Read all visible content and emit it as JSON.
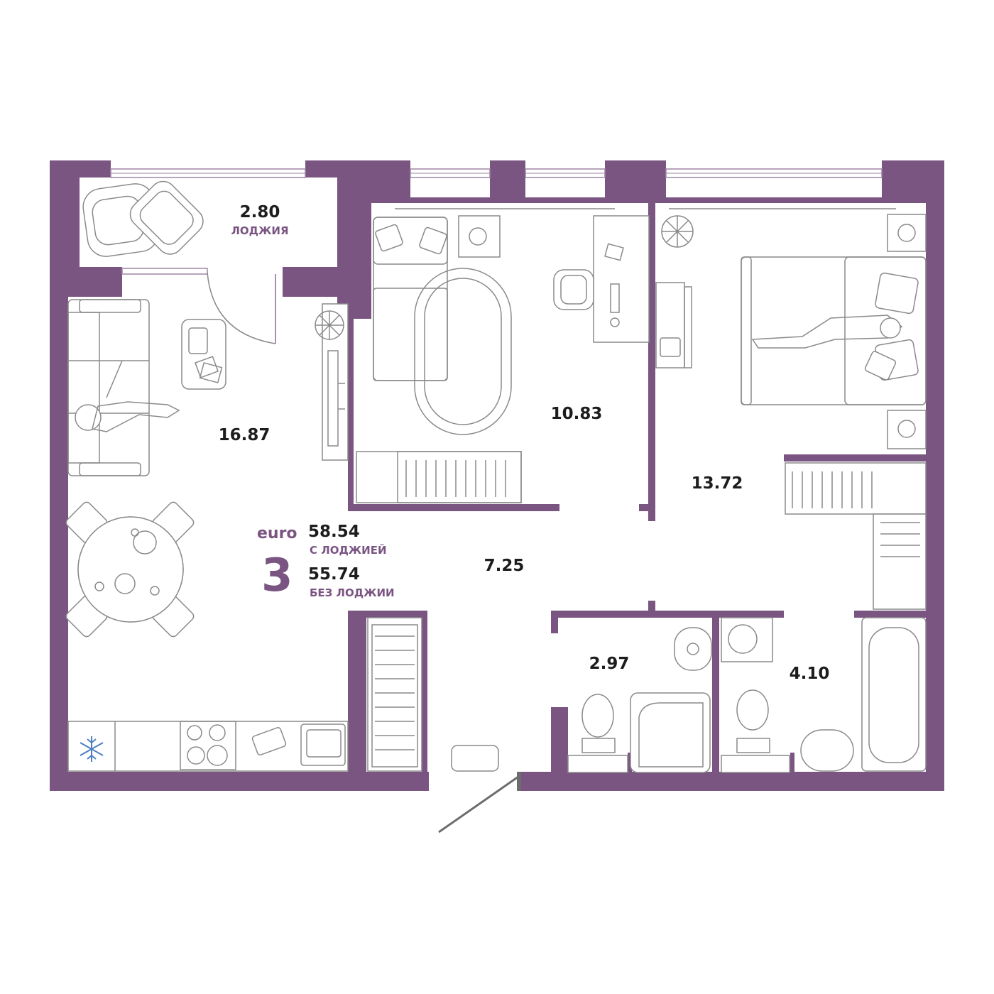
{
  "apartment": {
    "format": "euro",
    "rooms": "3",
    "area_with_loggia": "58.54",
    "label_with_loggia": "С ЛОДЖИЕЙ",
    "area_without_loggia": "55.74",
    "label_without_loggia": "БЕЗ ЛОДЖИИ"
  },
  "rooms": {
    "loggia": {
      "area": "2.80",
      "label": "ЛОДЖИЯ"
    },
    "living_kitchen": {
      "area": "16.87"
    },
    "bedroom_child": {
      "area": "10.83"
    },
    "bedroom_master": {
      "area": "13.72"
    },
    "hallway": {
      "area": "7.25"
    },
    "toilet": {
      "area": "2.97"
    },
    "bathroom": {
      "area": "4.10"
    }
  },
  "colors": {
    "wall": "#7a5582",
    "furniture_line": "#8a8a8a",
    "text": "#1d1d1d"
  },
  "icons": [
    "snowflake-icon",
    "plant-icon"
  ]
}
